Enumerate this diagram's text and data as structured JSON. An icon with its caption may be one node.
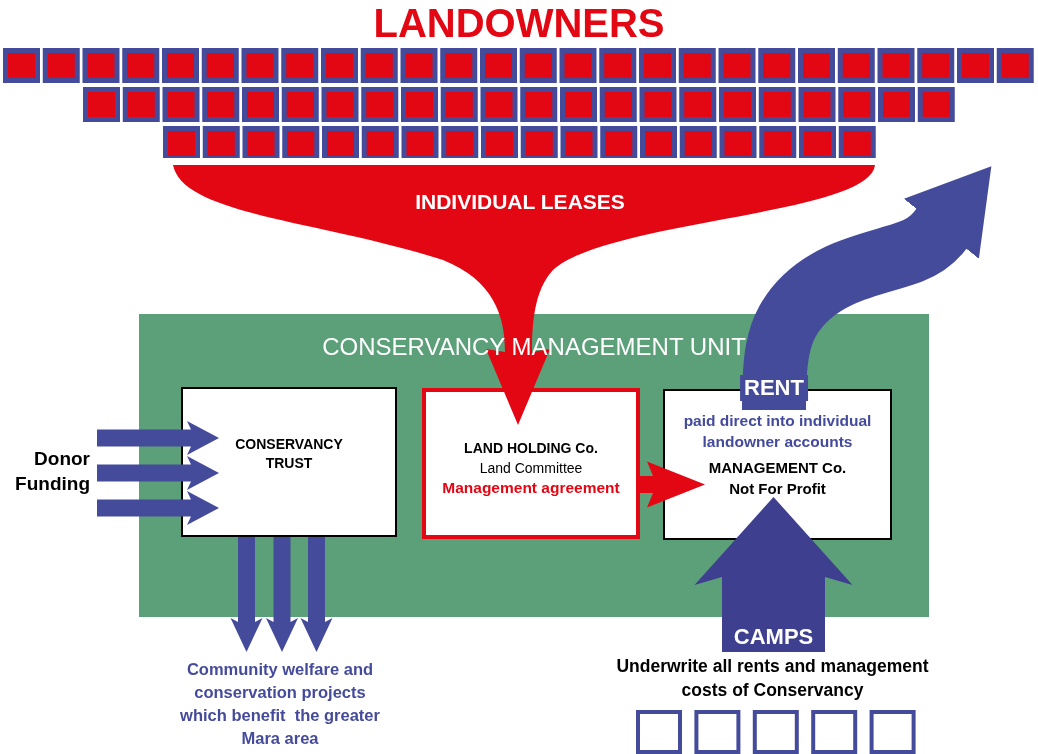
{
  "diagram": {
    "nodes": [
      {
        "text": [
          "LANDOWNERS"
        ]
      },
      {
        "text": [
          "CONSERVANCY MANAGEMENT UNIT"
        ]
      },
      {
        "text": [
          "CONSERVANCY TRUST"
        ],
        "in": 1
      },
      {
        "text": [
          "LAND HOLDING Co.",
          "Land Committee",
          "Management agreement"
        ],
        "in": 1
      },
      {
        "text": [
          "MANAGEMENT Co.",
          "Not For Profit"
        ],
        "in": 1
      },
      {
        "text": [
          "Donor Funding"
        ]
      },
      {
        "text": [
          "Community welfare and conservation projects which benefit  the greater Mara area"
        ]
      },
      {
        "text": [
          "Underwrite all rents and management costs of Conservancy"
        ]
      }
    ],
    "edges": [
      {
        "from": 0,
        "to": 3,
        "arrow": "to",
        "label": "INDIVIDUAL LEASES",
        "color": "#e30613"
      },
      {
        "from": 4,
        "to": 0,
        "arrow": "to",
        "label": "RENT",
        "color": "#454b9b"
      },
      {
        "from": 3,
        "to": 4,
        "arrow": "to",
        "color": "#e30613"
      },
      {
        "from": 5,
        "to": 2,
        "arrow": "to",
        "color": "#454b9b"
      },
      {
        "from": 5,
        "to": 2,
        "arrow": "to",
        "color": "#454b9b"
      },
      {
        "from": 5,
        "to": 2,
        "arrow": "to",
        "color": "#454b9b"
      },
      {
        "from": 2,
        "to": 6,
        "arrow": "to",
        "color": "#454b9b"
      },
      {
        "from": 2,
        "to": 6,
        "arrow": "to",
        "color": "#454b9b"
      },
      {
        "from": 2,
        "to": 6,
        "arrow": "to",
        "color": "#454b9b"
      },
      {
        "from": 7,
        "to": 4,
        "arrow": "to",
        "label": "CAMPS",
        "color": "#3e3f8f"
      }
    ],
    "labels": [
      "paid direct into individual landowner accounts"
    ]
  }
}
